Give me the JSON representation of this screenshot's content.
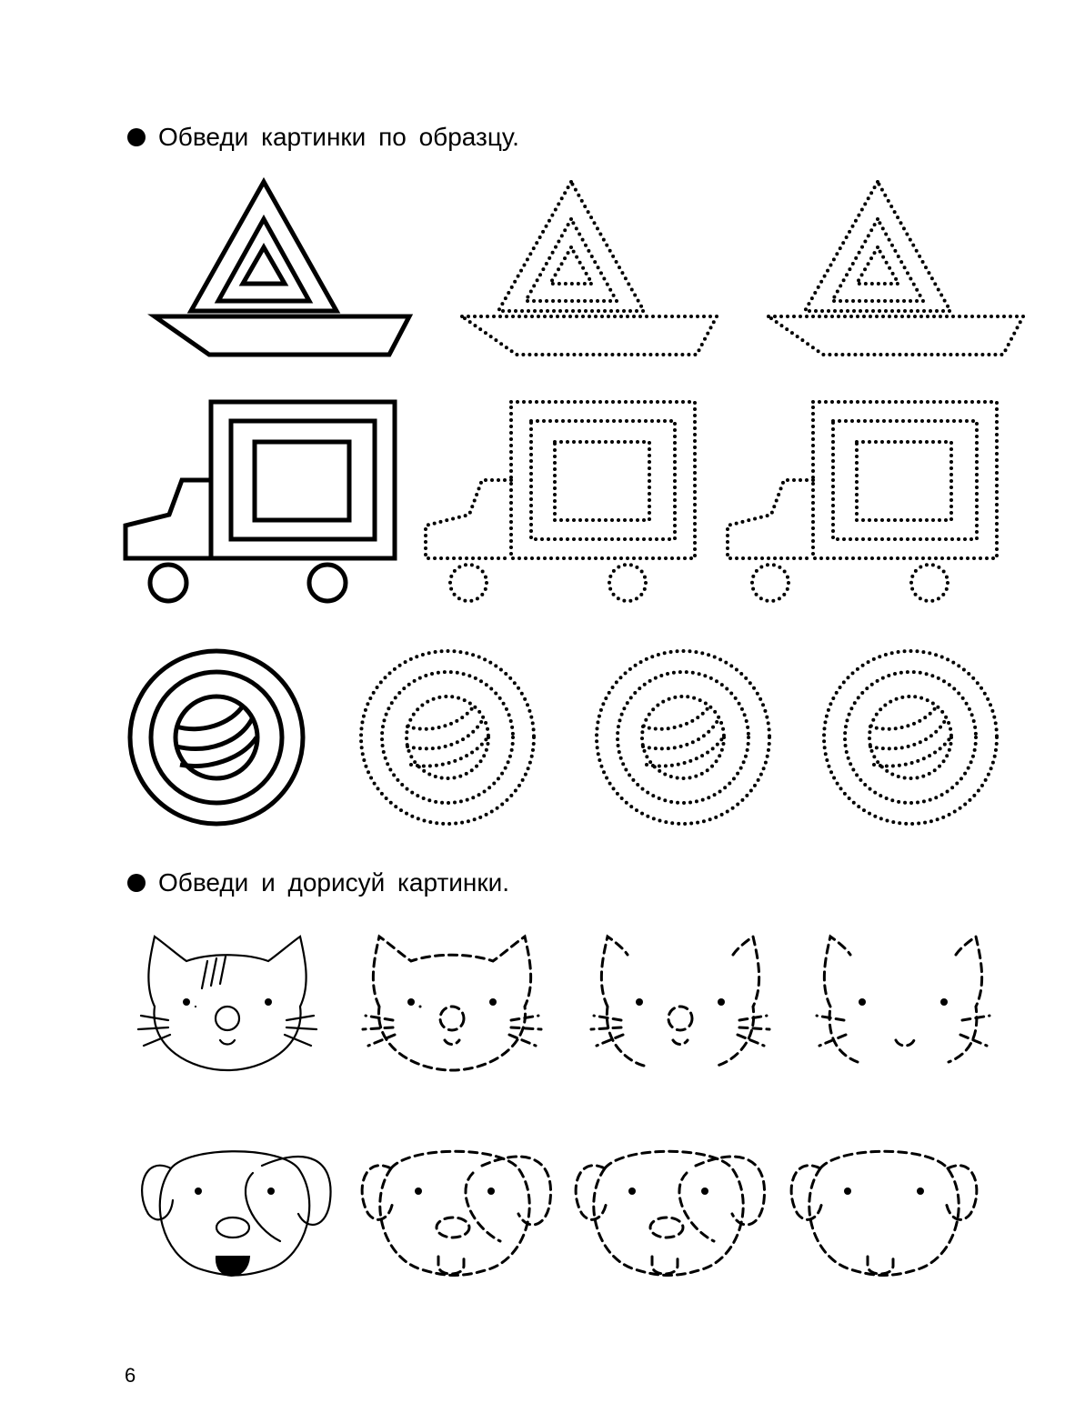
{
  "task1": {
    "text": "Обведи  картинки  по  образцу."
  },
  "task2": {
    "text": "Обведи  и  дорисуй  картинки."
  },
  "page_number": "6"
}
